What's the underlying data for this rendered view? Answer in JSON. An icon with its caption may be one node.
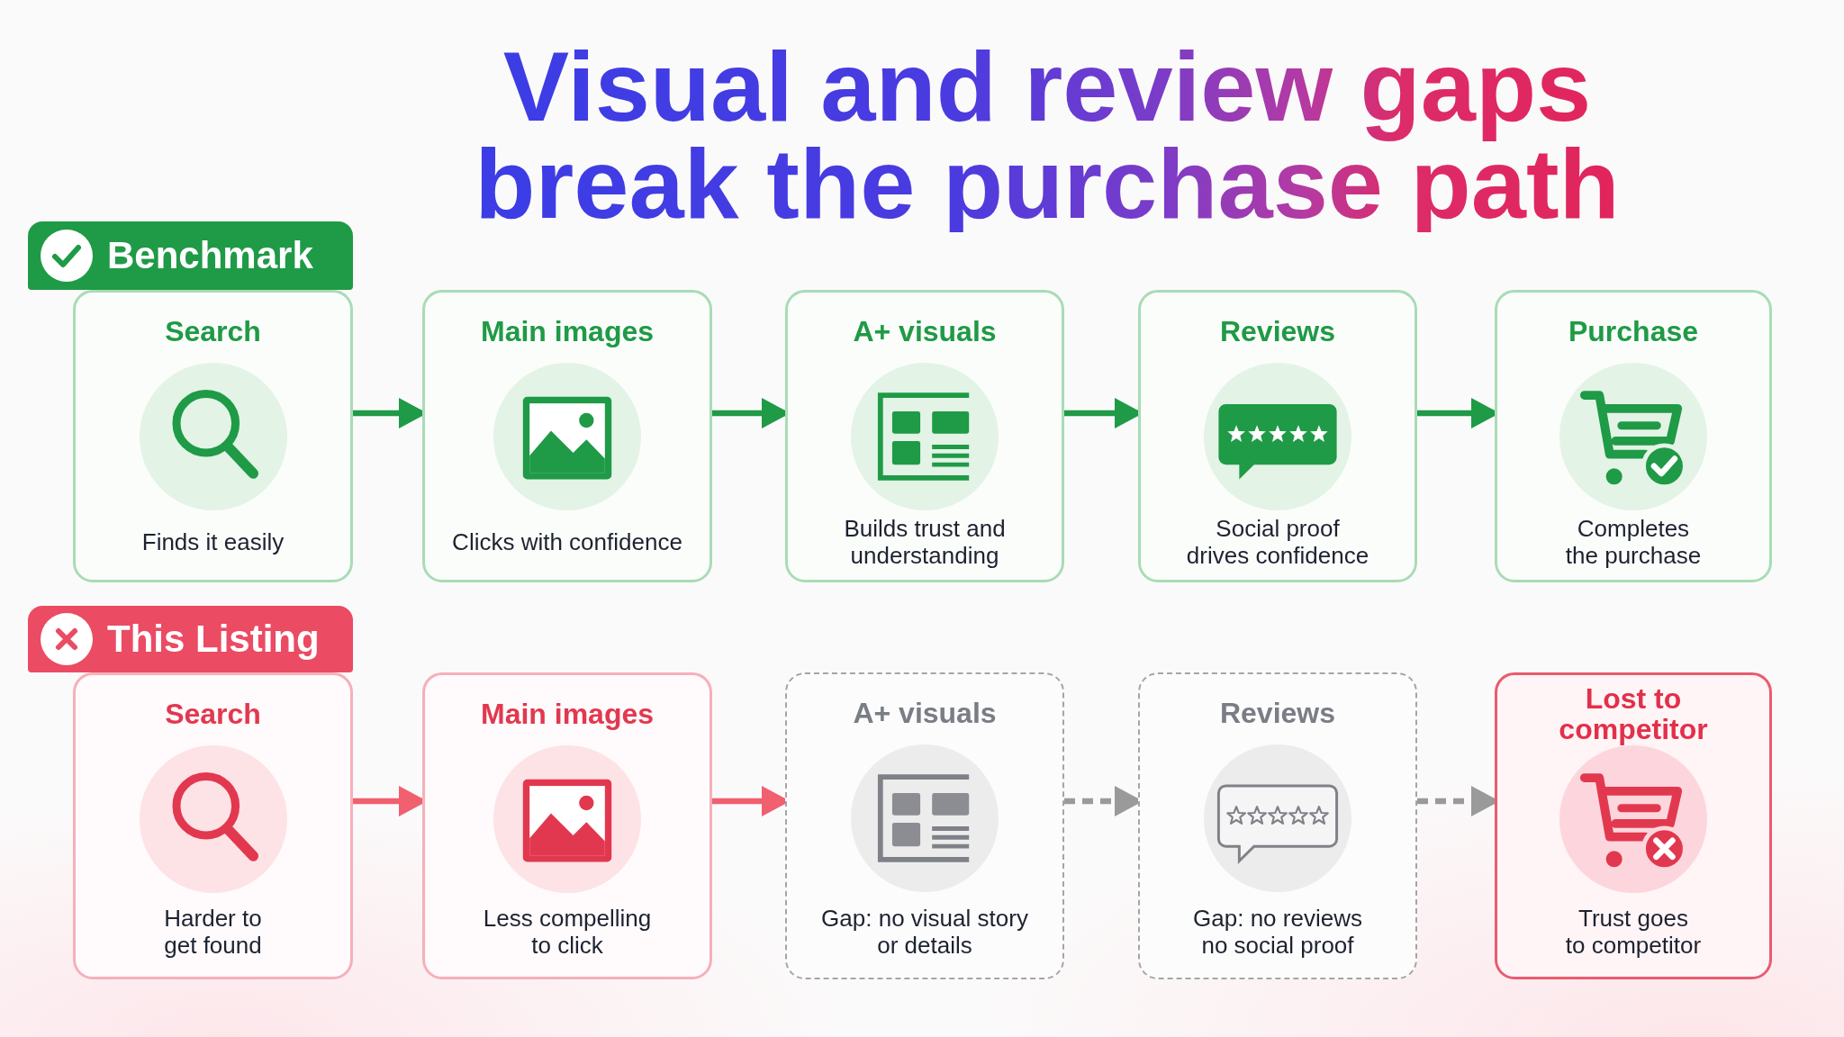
{
  "diagram": {
    "title": "Visual and review gaps break the purchase path",
    "nodes": [
      {
        "text": [
          "Benchmark"
        ]
      },
      {
        "text": [
          "Search",
          "Finds it easily"
        ]
      },
      {
        "text": [
          "Main images",
          "Clicks with confidence"
        ]
      },
      {
        "text": [
          "A+ visuals",
          "Builds trust and understanding"
        ]
      },
      {
        "text": [
          "Reviews",
          "Social proof drives confidence"
        ]
      },
      {
        "text": [
          "Purchase",
          "Completes the purchase"
        ]
      },
      {
        "text": [
          "This Listing"
        ]
      },
      {
        "text": [
          "Search",
          "Harder to get found"
        ]
      },
      {
        "text": [
          "Main images",
          "Less compelling to click"
        ]
      },
      {
        "text": [
          "A+ visuals",
          "Gap: no visual story or details"
        ]
      },
      {
        "text": [
          "Reviews",
          "Gap: no reviews no social proof"
        ]
      },
      {
        "text": [
          "Lost to competitor",
          "Trust goes to competitor"
        ]
      }
    ],
    "edges": [
      {
        "from": 1,
        "to": 2,
        "arrow": "to"
      },
      {
        "from": 2,
        "to": 3,
        "arrow": "to"
      },
      {
        "from": 3,
        "to": 4,
        "arrow": "to"
      },
      {
        "from": 4,
        "to": 5,
        "arrow": "to"
      },
      {
        "from": 7,
        "to": 8,
        "arrow": "to",
        "color": "#f0606f"
      },
      {
        "from": 8,
        "to": 9,
        "arrow": "to",
        "color": "#f0606f"
      },
      {
        "from": 9,
        "to": 10,
        "arrow": "to",
        "style": "dashed",
        "color": "#9a9a9a"
      },
      {
        "from": 10,
        "to": 11,
        "arrow": "to",
        "style": "dashed",
        "color": "#9a9a9a"
      }
    ]
  }
}
